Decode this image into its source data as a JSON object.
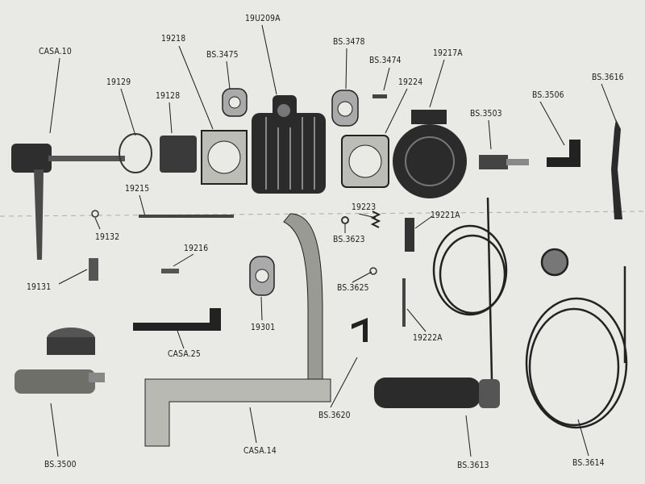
{
  "diagram": {
    "type": "exploded-parts-view",
    "colors": {
      "paper": "#e9e9e6",
      "ink": "#1c1c1c",
      "part_dark": "#2a2a2a",
      "part_mid": "#8a8a86",
      "part_light": "#c9c9c4"
    },
    "labels": {
      "casa10": "CASA.10",
      "p19129": "19129",
      "p19128": "19128",
      "p19218": "19218",
      "bs3475": "BS.3475",
      "p19u209a": "19U209A",
      "bs3478": "BS.3478",
      "bs3474": "BS.3474",
      "p19217a": "19217A",
      "p19224": "19224",
      "bs3503": "BS.3503",
      "bs3506": "BS.3506",
      "bs3616": "BS.3616",
      "p19215": "19215",
      "p19132": "19132",
      "p19223": "19223",
      "p19221a": "19221A",
      "bs3623": "BS.3623",
      "p19216": "19216",
      "p19131": "19131",
      "bs3625": "BS.3625",
      "p19301": "19301",
      "p19222a": "19222A",
      "casa25": "CASA.25",
      "bs3620": "BS.3620",
      "bs3500": "BS.3500",
      "casa14": "CASA.14",
      "bs3613": "BS.3613",
      "bs3614": "BS.3614"
    }
  }
}
